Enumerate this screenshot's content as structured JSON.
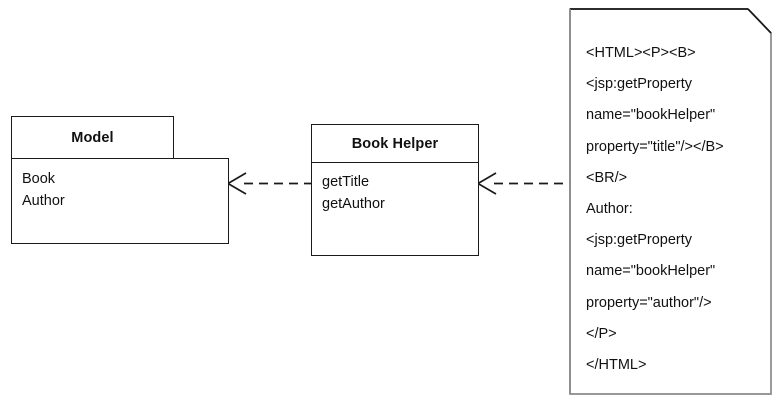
{
  "diagram": {
    "title": "Model / Book Helper / JSP view dependency diagram",
    "stroke_color": "#1a1a1a",
    "note_border_color": "#8a8a8a",
    "background": "#ffffff"
  },
  "model_class": {
    "name": "Model",
    "attributes": [
      "Book",
      "Author"
    ]
  },
  "helper_class": {
    "name": "Book Helper",
    "operations": [
      "getTitle",
      "getAuthor"
    ]
  },
  "note": {
    "kind": "document-note",
    "lines": [
      "<HTML><P><B>",
      "<jsp:getProperty",
      "name=\"bookHelper\"",
      "property=\"title\"/></B>",
      "<BR/>",
      "Author:",
      "<jsp:getProperty",
      "name=\"bookHelper\"",
      "property=\"author\"/>",
      "</P>",
      "</HTML>"
    ]
  },
  "connectors": [
    {
      "name": "helper-to-model-dependency",
      "style": "dashed",
      "arrowhead": "open",
      "direction": "right-to-left",
      "from": "Book Helper",
      "to": "Model"
    },
    {
      "name": "view-to-helper-dependency",
      "style": "dashed",
      "arrowhead": "open",
      "direction": "right-to-left",
      "from": "JSP view note",
      "to": "Book Helper"
    }
  ]
}
